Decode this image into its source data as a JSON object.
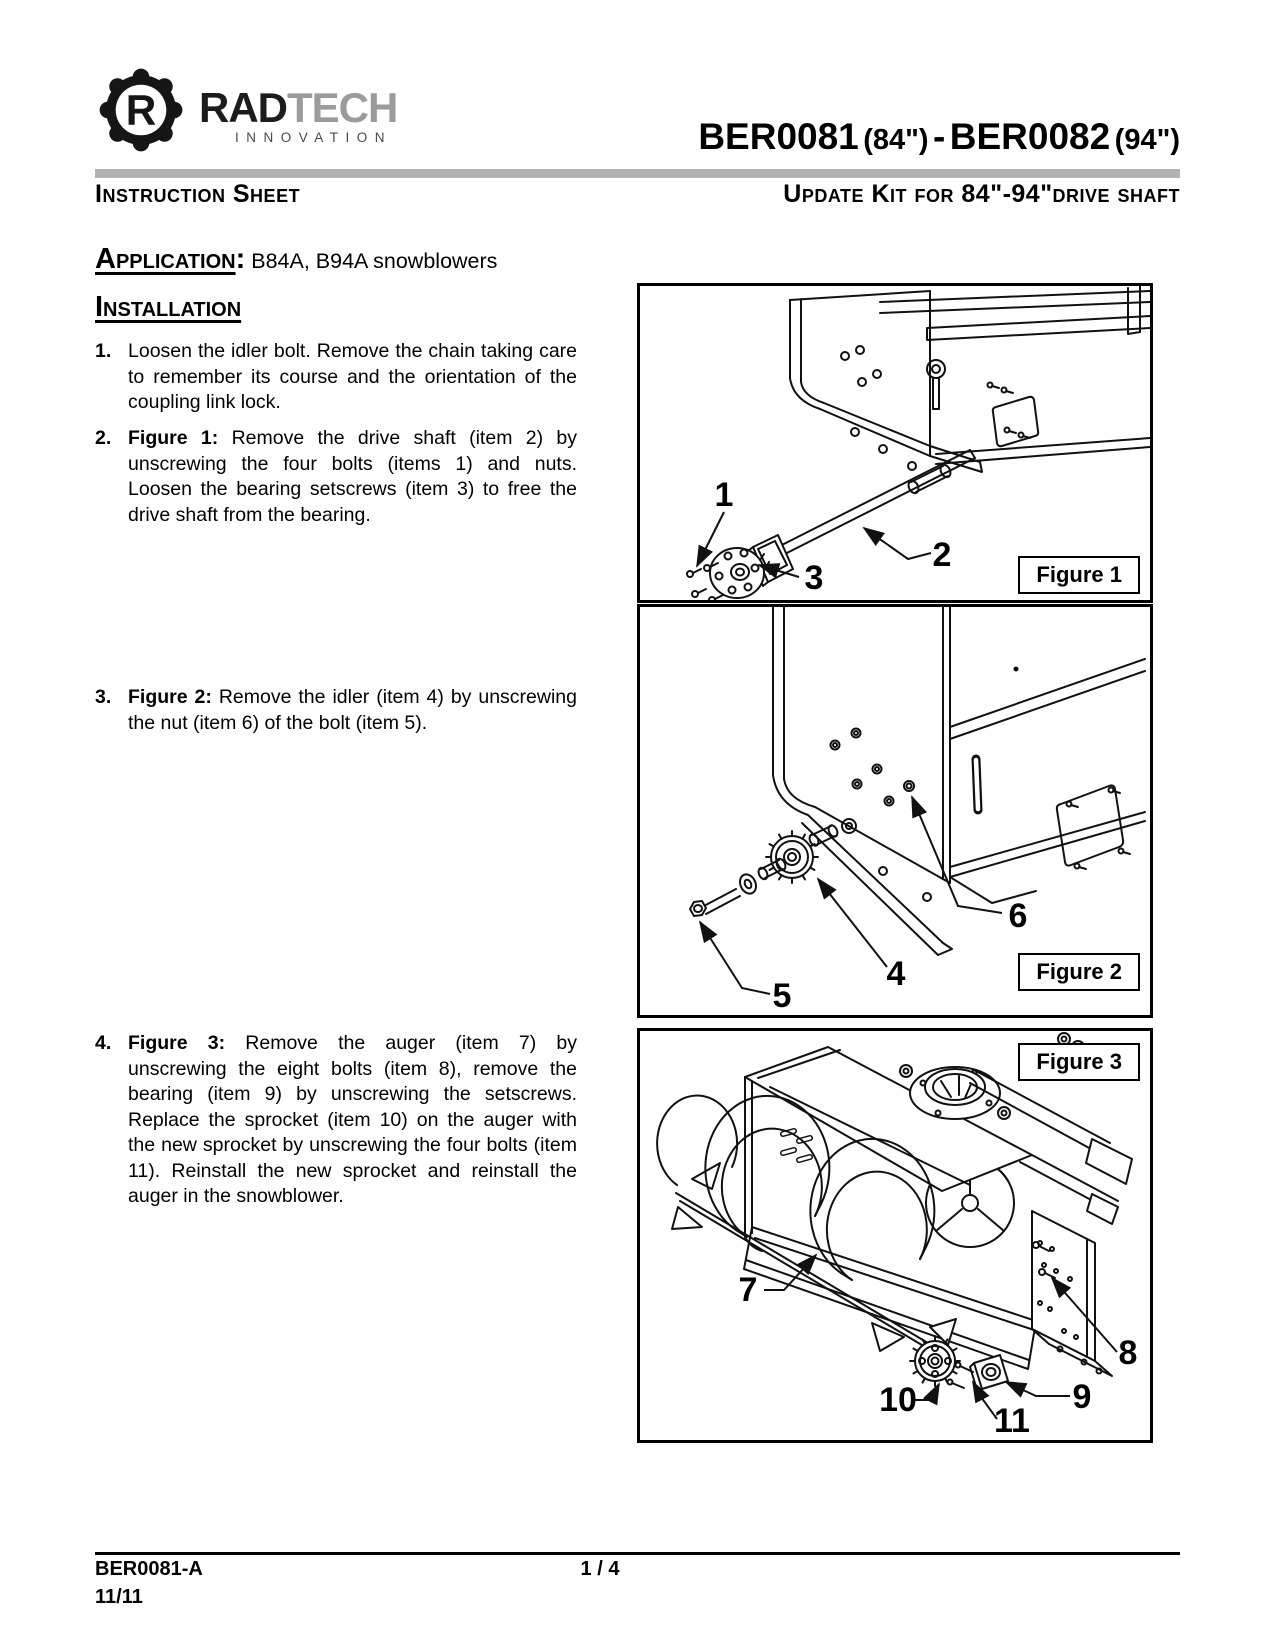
{
  "theme": {
    "brand_dark": "#1c1c1c",
    "brand_gray": "#9b9b9b",
    "divider_gray": "#b2b2b2",
    "line_color": "#111111"
  },
  "header": {
    "logo": {
      "mark_letter": "R",
      "brand_part1": "RAD",
      "brand_part2": "TECH",
      "tagline": "INNOVATION"
    },
    "title": {
      "code1": "BER0081",
      "spec1": "(84\")",
      "separator": "-",
      "code2": "BER0082",
      "spec2": "(94\")"
    },
    "doc_type": "Instruction Sheet",
    "kit_subtitle": "Update Kit for 84\"-94\"drive shaft"
  },
  "content": {
    "application": {
      "heading": "Application",
      "colon": ":",
      "value": " B84A, B94A snowblowers"
    },
    "installation_heading": "Installation",
    "steps": [
      {
        "num": "1.",
        "lead": "",
        "text": "Loosen the idler bolt. Remove the chain taking care to remember its course and the orientation of the coupling link lock."
      },
      {
        "num": "2.",
        "lead": "Figure 1:",
        "text": " Remove the drive shaft (item 2) by unscrewing the four bolts (items 1) and nuts. Loosen the bearing setscrews (item 3) to free the drive shaft from the bearing."
      },
      {
        "num": "3.",
        "lead": "Figure 2:",
        "text": " Remove the idler (item 4) by unscrewing the nut (item 6) of the bolt (item 5)."
      },
      {
        "num": "4.",
        "lead": "Figure 3:",
        "text": " Remove the auger (item 7) by unscrewing the eight bolts (item 8), remove the bearing (item 9) by unscrewing the setscrews. Replace the sprocket (item 10) on the auger with the new sprocket by unscrewing the four bolts (item 11). Reinstall the new sprocket and reinstall the auger in the snowblower."
      }
    ]
  },
  "figures": [
    {
      "label": "Figure 1",
      "callouts": [
        "1",
        "2",
        "3"
      ]
    },
    {
      "label": "Figure 2",
      "callouts": [
        "4",
        "5",
        "6"
      ]
    },
    {
      "label": "Figure 3",
      "callouts": [
        "7",
        "8",
        "9",
        "10",
        "11"
      ]
    }
  ],
  "footer": {
    "doc_code": "BER0081-A",
    "page": "1 / 4",
    "revision": "11/11"
  }
}
